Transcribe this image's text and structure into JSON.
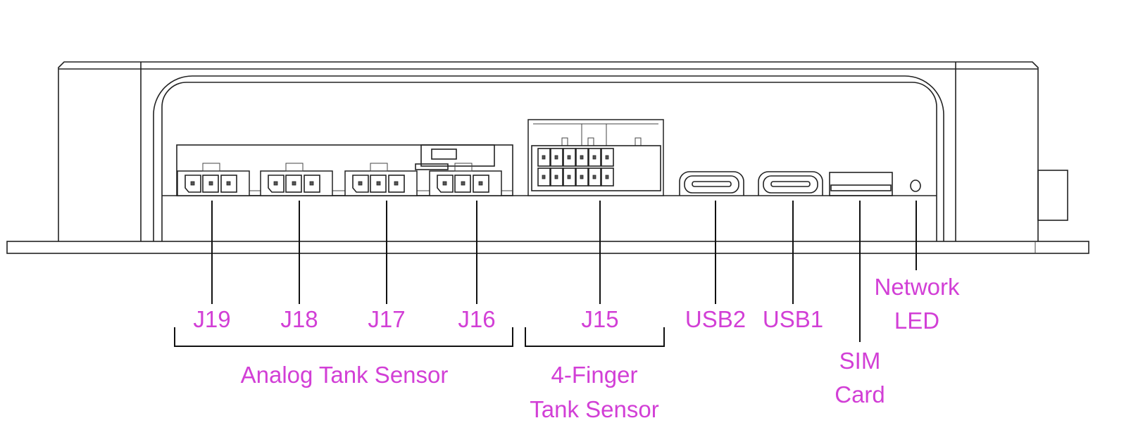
{
  "colors": {
    "label": "#d23fd6",
    "line": "#222222"
  },
  "ports": [
    {
      "id": "J19",
      "label": "J19"
    },
    {
      "id": "J18",
      "label": "J18"
    },
    {
      "id": "J17",
      "label": "J17"
    },
    {
      "id": "J16",
      "label": "J16"
    },
    {
      "id": "J15",
      "label": "J15"
    },
    {
      "id": "USB2",
      "label": "USB2"
    },
    {
      "id": "USB1",
      "label": "USB1"
    },
    {
      "id": "SIM",
      "label_line1": "SIM",
      "label_line2": "Card"
    },
    {
      "id": "LED",
      "label_line1": "Network",
      "label_line2": "LED"
    }
  ],
  "groups": {
    "analog": {
      "label": "Analog Tank Sensor"
    },
    "finger": {
      "label_line1": "4-Finger",
      "label_line2": "Tank Sensor"
    }
  }
}
